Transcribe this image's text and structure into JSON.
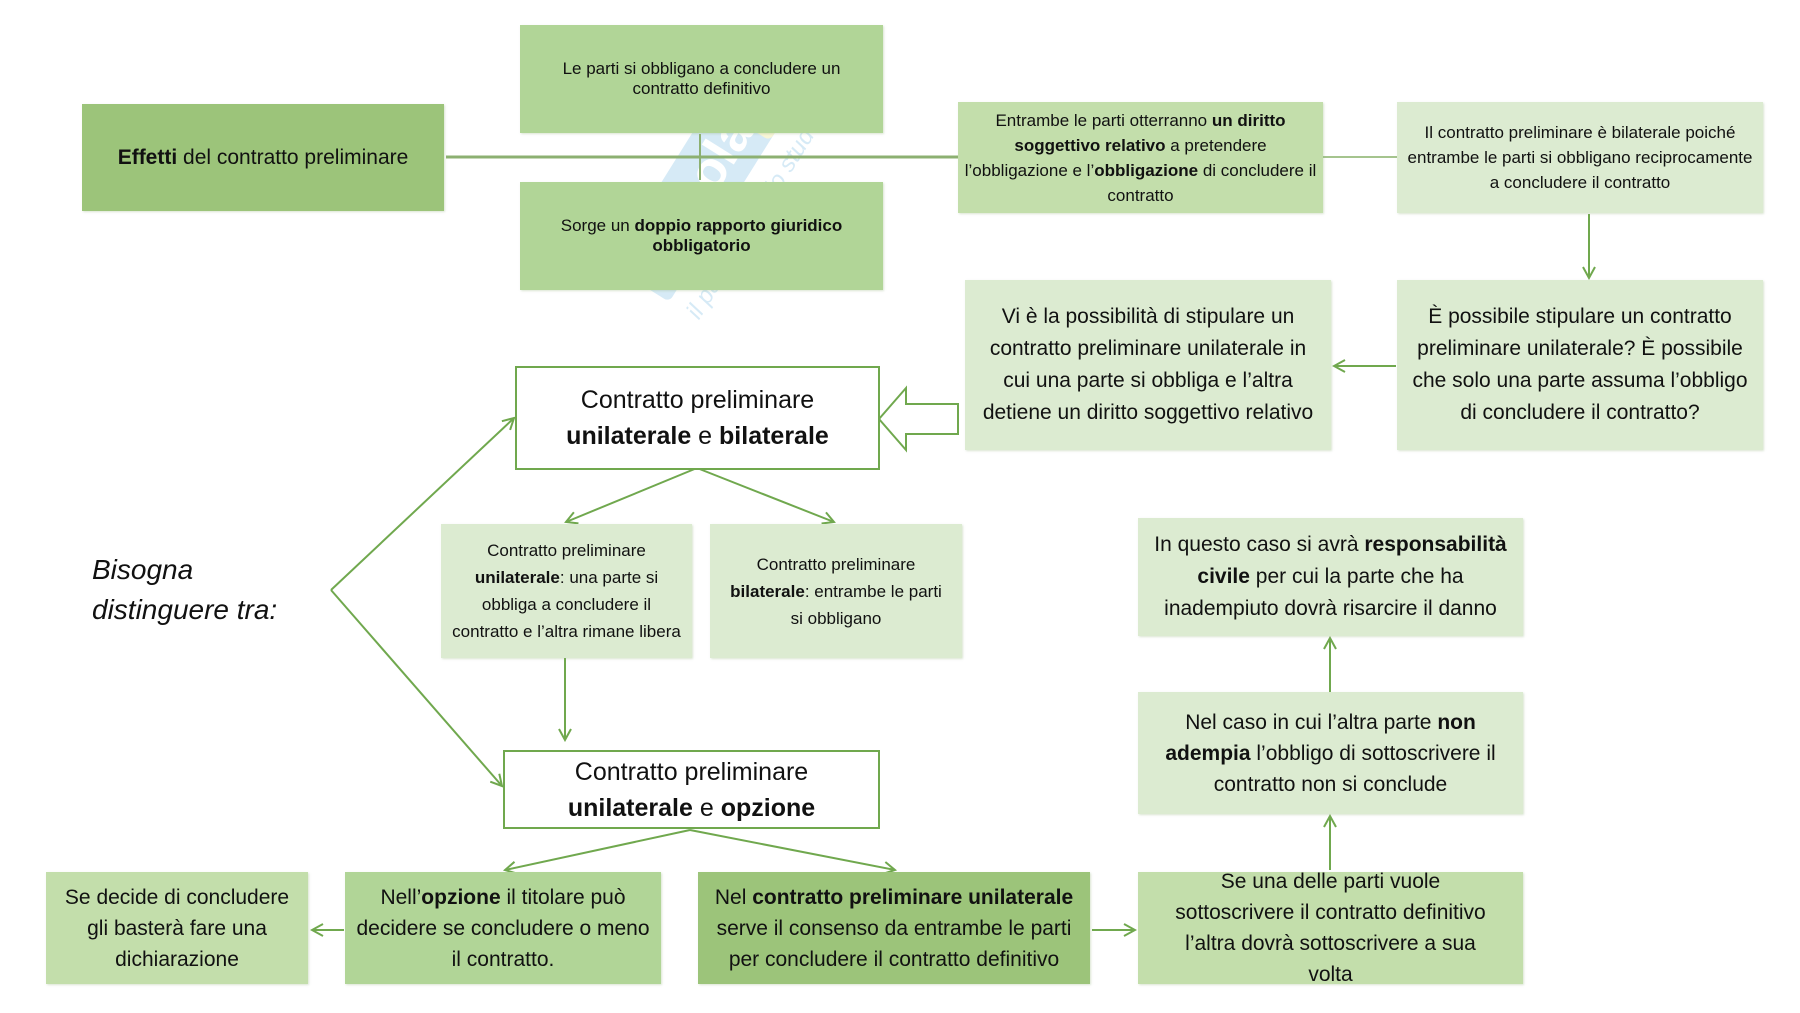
{
  "watermark": {
    "brand": "Skuola.net",
    "tagline": "il paradiso dello studente"
  },
  "colors": {
    "line": "#70a84e",
    "dark": "#9cc47a",
    "mid": "#b1d597",
    "light": "#dcebd1"
  },
  "nodes": {
    "effetti": {
      "bold": "Effetti",
      "rest": " del contratto preliminare"
    },
    "le_parti": {
      "text": "Le parti si obbligano a concludere un contratto definitivo"
    },
    "sorge": {
      "pre": "Sorge un ",
      "bold": "doppio rapporto giuridico obbligatorio"
    },
    "entrambe": {
      "pre": "Entrambe le parti otterranno ",
      "bold1": "un diritto soggettivo relativo",
      "mid": " a pretendere l’obbligazione e l’",
      "bold2": "obbligazione",
      "post": " di concludere il contratto"
    },
    "bilaterale_info": {
      "text": "Il contratto preliminare è bilaterale poiché entrambe le parti si obbligano reciprocamente a concludere il contratto"
    },
    "domanda": {
      "text": "È possibile stipulare un contratto preliminare unilaterale? È possibile che solo una parte assuma l’obbligo di concludere il contratto?"
    },
    "possibilita": {
      "text": "Vi è la possibilità di stipulare un contratto preliminare unilaterale in cui una parte si obbliga e l’altra detiene un diritto soggettivo relativo"
    },
    "cp_uni_bil": {
      "line1": "Contratto preliminare",
      "bold1": "unilaterale",
      "mid": " e ",
      "bold2": "bilaterale"
    },
    "bisogna": {
      "line1": "Bisogna",
      "line2": "distinguere tra:"
    },
    "cp_unilaterale": {
      "pre": "Contratto preliminare ",
      "bold": "unilaterale",
      "post": ": una parte si obbliga a concludere il contratto e l’altra rimane libera"
    },
    "cp_bilaterale": {
      "pre": "Contratto preliminare ",
      "bold": "bilaterale",
      "post": ": entrambe le parti si obbligano"
    },
    "cp_uni_opz": {
      "line1": "Contratto preliminare",
      "bold1": "unilaterale",
      "mid": " e ",
      "bold2": "opzione"
    },
    "responsabilita": {
      "pre": "In questo caso si avrà ",
      "bold": "responsabilità civile",
      "post": " per cui la parte che ha inadempiuto dovrà risarcire il danno"
    },
    "nel_caso": {
      "pre": "Nel caso in cui l’altra parte ",
      "bold": "non adempia",
      "post": " l’obbligo di sottoscrivere il contratto non si conclude"
    },
    "se_decide": {
      "text": "Se decide di concludere gli basterà fare una dichiarazione"
    },
    "opzione": {
      "pre": "Nell’",
      "bold": "opzione",
      "post": " il titolare può decidere se concludere o meno il contratto."
    },
    "nel_cp": {
      "pre": "Nel ",
      "bold": "contratto preliminare unilaterale",
      "post": " serve il consenso da entrambe le parti per concludere il contratto definitivo"
    },
    "se_una": {
      "text": "Se una delle parti vuole sottoscrivere il contratto definitivo l’altra dovrà sottoscrivere a sua volta"
    }
  }
}
